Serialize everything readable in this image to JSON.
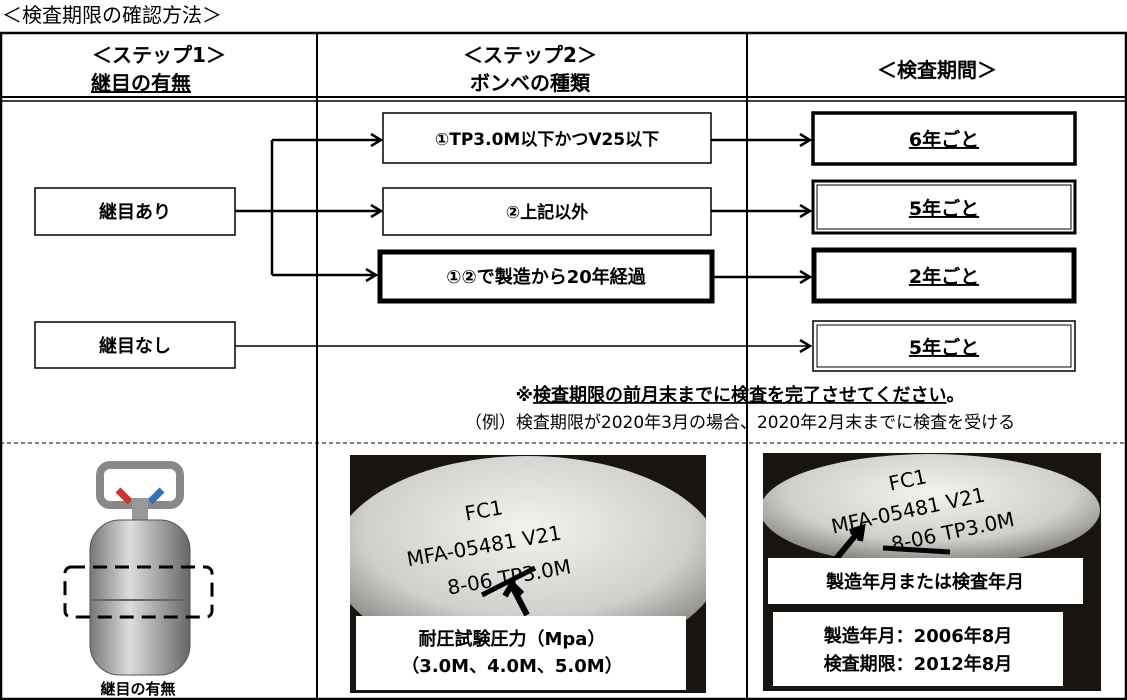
{
  "title": "＜検査期限の確認方法＞",
  "headers": {
    "step1_line1": "＜ステップ1＞",
    "step1_line2": "継目の有無",
    "step2_line1": "＜ステップ2＞",
    "step2_line2": "ボンベの種類",
    "period": "＜検査期間＞"
  },
  "seam": {
    "yes": "継目あり",
    "no": "継目なし"
  },
  "types": [
    "①TP3.0M以下かつV25以下",
    "②上記以外",
    "①②で製造から20年経過"
  ],
  "periods": [
    "6年ごと",
    "5年ごと",
    "2年ごと",
    "5年ごと"
  ],
  "notes": {
    "prefix": "※",
    "main": "検査期限の前月末までに検査を完了させてください",
    "suffix": "。",
    "example": "（例）検査期限が2020年3月の場合、2020年2月末までに検査を受ける"
  },
  "bottom": {
    "cylinder_caption": "継目の有無",
    "photo1": {
      "stamp": [
        "FC1",
        "MFA-05481 V21",
        "8-06 TP3.0M"
      ],
      "label_line1": "耐圧試験圧力（Mpa）",
      "label_line2": "（3.0M、4.0M、5.0M）"
    },
    "photo2": {
      "stamp": [
        "FC1",
        "MFA-05481 V21",
        "8-06 TP3.0M"
      ],
      "label": "製造年月または検査年月",
      "line1": "製造年月：2006年8月",
      "line2": "検査期限：2012年8月"
    }
  }
}
